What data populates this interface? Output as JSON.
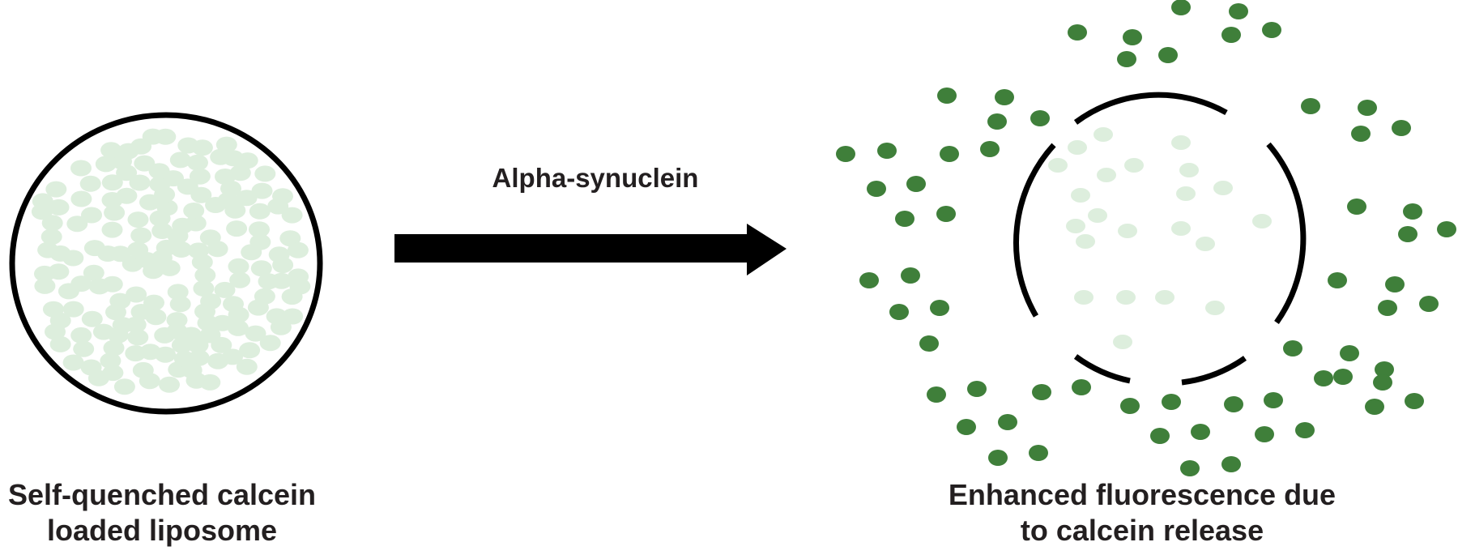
{
  "arrow_label": "Alpha-synuclein",
  "left_caption": {
    "line1": "Self-quenched calcein",
    "line2": "loaded liposome"
  },
  "right_caption": {
    "line1": "Enhanced fluorescence due",
    "line2": "to calcein release"
  },
  "colors": {
    "membrane": "#000000",
    "quenched_calcein": "#ddeedd",
    "released_calcein": "#3f7f3a",
    "text": "#231f20"
  },
  "icons": {
    "intact_liposome": "liposome-circle-icon",
    "ruptured_liposome": "ruptured-liposome-icon",
    "arrow": "right-arrow-icon"
  }
}
